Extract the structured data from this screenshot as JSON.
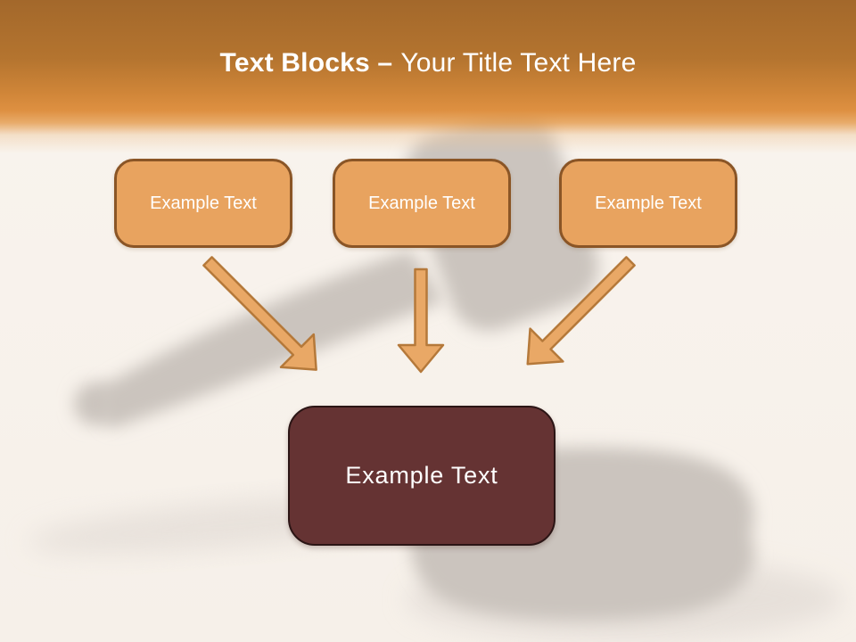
{
  "theme": {
    "header_gradient_top": "#a3682b",
    "header_gradient_mid": "#de9041",
    "background": "#f9f4ee",
    "block_fill": "#e8a35f",
    "block_border": "#8a5526",
    "arrow_fill": "#e9a866",
    "arrow_border": "#b5793a",
    "result_fill": "#653333",
    "result_border": "#2b1515",
    "watermark_gray": "#cbc4be",
    "watermark_shadow": "#ddd6d0",
    "text_white": "#ffffff"
  },
  "title": {
    "bold": "Text Blocks –",
    "regular": "Your Title Text Here"
  },
  "blocks": [
    {
      "label": "Example Text"
    },
    {
      "label": "Example Text"
    },
    {
      "label": "Example Text"
    }
  ],
  "result_block": {
    "label": "Example Text"
  },
  "watermark": {
    "name": "gavel-silhouette"
  }
}
